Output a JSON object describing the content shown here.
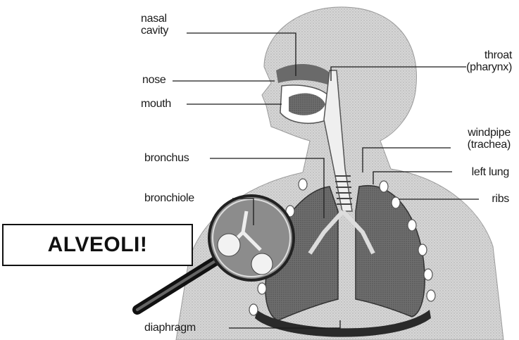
{
  "labels": {
    "nasal_cavity": [
      "nasal",
      "cavity"
    ],
    "nose": "nose",
    "mouth": "mouth",
    "throat": [
      "throat",
      "(pharynx)"
    ],
    "windpipe": [
      "windpipe",
      "(trachea)"
    ],
    "bronchus": "bronchus",
    "left_lung": "left lung",
    "bronchiole": "bronchiole",
    "ribs": "ribs",
    "diaphragm": "diaphragm"
  },
  "callout": {
    "text": "ALVEOLI!"
  },
  "colors": {
    "tissue": "#cfcfcf",
    "lung": "#8a8a8a",
    "dark": "#2a2a2a",
    "background": "#ffffff"
  }
}
